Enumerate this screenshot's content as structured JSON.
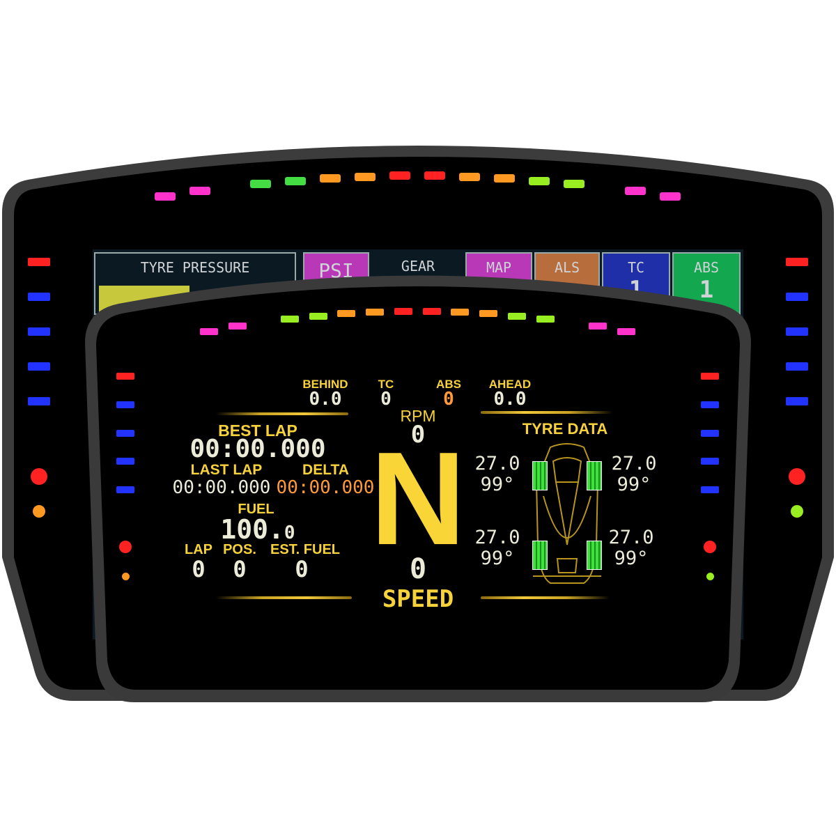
{
  "background_screen": {
    "tyre_pressure_label": "TYRE PRESSURE",
    "psi_label": "PSI",
    "gear_label": "GEAR",
    "map_label": "MAP",
    "als_label": "ALS",
    "tc_label": "TC",
    "tc_value": "1",
    "abs_label": "ABS",
    "abs_value": "1"
  },
  "leds": {
    "back_top": [
      "#ff33cc",
      "#ff33cc",
      "#44dd44",
      "#44dd44",
      "#ff9922",
      "#ff9922",
      "#ff2222",
      "#ff2222",
      "#ff9922",
      "#ff9922",
      "#99ee22",
      "#99ee22",
      "#ff33cc",
      "#ff33cc"
    ],
    "back_left": [
      "#ff2222",
      "#2233ff",
      "#2233ff",
      "#2233ff",
      "#2233ff"
    ],
    "back_right": [
      "#ff2222",
      "#2233ff",
      "#2233ff",
      "#2233ff",
      "#2233ff"
    ],
    "back_left_dots": [
      "#ff2222",
      "#ff9922"
    ],
    "back_right_dots": [
      "#ff2222",
      "#99ee22"
    ],
    "front_top": [
      "#ff33cc",
      "#ff33cc",
      "#99ee22",
      "#99ee22",
      "#ff9922",
      "#ff9922",
      "#ff2222",
      "#ff2222",
      "#ff9922",
      "#ff9922",
      "#99ee22",
      "#99ee22",
      "#ff33cc",
      "#ff33cc"
    ],
    "front_left": [
      "#ff2222",
      "#2233ff",
      "#2233ff",
      "#2233ff",
      "#2233ff"
    ],
    "front_right": [
      "#ff2222",
      "#2233ff",
      "#2233ff",
      "#2233ff",
      "#2233ff"
    ],
    "front_left_dots": [
      "#ff2222",
      "#ff9922"
    ],
    "front_right_dots": [
      "#ff2222",
      "#99ee22"
    ]
  },
  "dash": {
    "behind_label": "BEHIND",
    "behind_value": "0.0",
    "tc_label": "TC",
    "tc_value": "0",
    "abs_label": "ABS",
    "abs_value": "0",
    "ahead_label": "AHEAD",
    "ahead_value": "0.0",
    "rpm_label": "RPM",
    "rpm_value": "0",
    "gear": "N",
    "speed_value": "0",
    "speed_label": "SPEED",
    "best_lap_label": "BEST LAP",
    "best_lap_value": "00:00.000",
    "last_lap_label": "LAST LAP",
    "last_lap_value": "00:00.000",
    "delta_label": "DELTA",
    "delta_value": "00:00.000",
    "fuel_label": "FUEL",
    "fuel_value_int": "100.",
    "fuel_value_dec": "0",
    "lap_label": "LAP",
    "lap_value": "0",
    "pos_label": "POS.",
    "pos_value": "0",
    "est_fuel_label": "EST. FUEL",
    "est_fuel_value": "0",
    "tyre_data_label": "TYRE DATA",
    "tyres": {
      "fl": {
        "pressure": "27.0",
        "temp": "99°"
      },
      "fr": {
        "pressure": "27.0",
        "temp": "99°"
      },
      "rl": {
        "pressure": "27.0",
        "temp": "99°"
      },
      "rr": {
        "pressure": "27.0",
        "temp": "99°"
      }
    }
  }
}
